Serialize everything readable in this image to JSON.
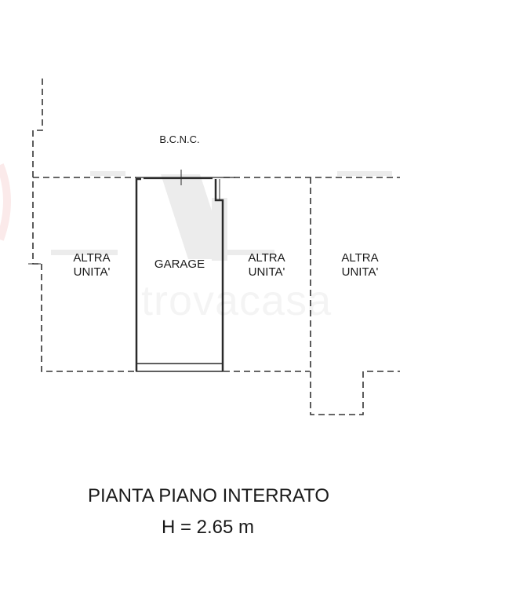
{
  "plan": {
    "title": "PIANTA PIANO INTERRATO",
    "height_label": "H = 2.65 m",
    "watermark": "trovacasa",
    "common_area_label": "B.C.N.C.",
    "rooms": [
      {
        "id": "altra-unita-left",
        "line1": "ALTRA",
        "line2": "UNITA'"
      },
      {
        "id": "garage",
        "line1": "GARAGE",
        "line2": ""
      },
      {
        "id": "altra-unita-center",
        "line1": "ALTRA",
        "line2": "UNITA'"
      },
      {
        "id": "altra-unita-right",
        "line1": "ALTRA",
        "line2": "UNITA'"
      }
    ]
  },
  "colors": {
    "line": "#333333",
    "wall": "#2a2a2a",
    "watermark_shadow": "#e8e8e8",
    "background": "#ffffff"
  }
}
